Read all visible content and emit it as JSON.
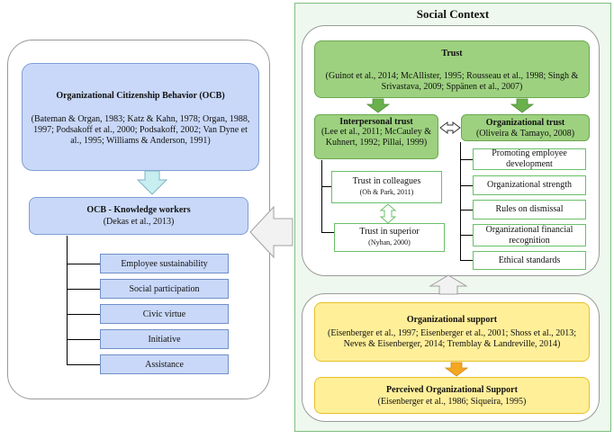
{
  "social_context": {
    "title": "Social Context"
  },
  "ocb": {
    "title": "Organizational Citizenship Behavior (OCB)",
    "refs": "(Bateman & Organ, 1983; Katz & Kahn, 1978; Organ, 1988, 1997; Podsakoff et al., 2000; Podsakoff, 2002; Van Dyne et al., 1995; Williams & Anderson, 1991)"
  },
  "ocb_knowledge": {
    "title": "OCB - Knowledge workers",
    "ref": "(Dekas et al., 2013)",
    "items": [
      "Employee sustainability",
      "Social participation",
      "Civic virtue",
      "Initiative",
      "Assistance"
    ]
  },
  "trust": {
    "title": "Trust",
    "refs": "(Guinot et al., 2014; McAllister, 1995; Rousseau et al., 1998; Singh & Srivastava, 2009; Sppänen et al., 2007)"
  },
  "interpersonal": {
    "title": "Interpersonal trust",
    "refs": "(Lee et al., 2011; McCauley & Kuhnert, 1992; Pillai, 1999)",
    "colleagues": {
      "label": "Trust in colleagues",
      "ref": "(Oh & Park, 2011)"
    },
    "superior": {
      "label": "Trust in superior",
      "ref": "(Nyhan, 2000)"
    }
  },
  "organizational_trust": {
    "title": "Organizational trust",
    "ref": "(Oliveira & Tamayo, 2008)",
    "items": [
      "Promoting employee development",
      "Organizational strength",
      "Rules on dismissal",
      "Organizational financial recognition",
      "Ethical standards"
    ]
  },
  "org_support": {
    "title": "Organizational support",
    "refs": "(Eisenberger et al., 1997; Eisenberger et al., 2001; Shoss et al., 2013; Neves & Eisenberger, 2014; Tremblay & Landreville, 2014)"
  },
  "pos": {
    "title": "Perceived Organizational Support",
    "refs": "(Eisenberger et al., 1986; Siqueira, 1995)"
  },
  "colors": {
    "blue": "#c9d8f8",
    "green": "#9dd17f",
    "yellow": "#ffef99",
    "panel_green": "#eef8ee"
  }
}
